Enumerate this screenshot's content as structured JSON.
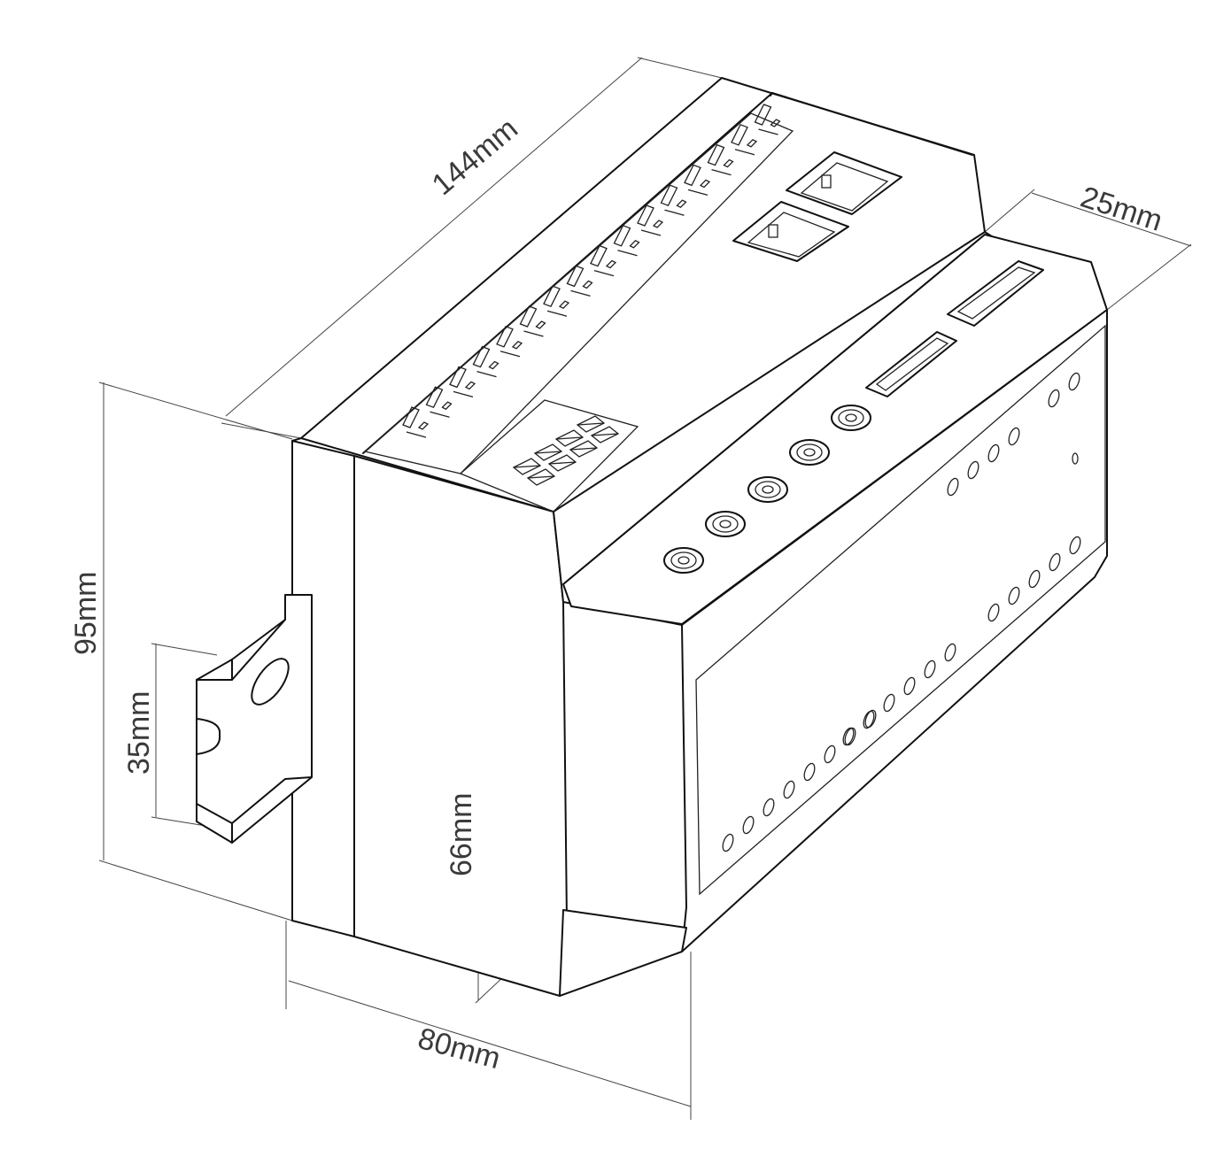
{
  "dimensions": {
    "length": "144mm",
    "width": "25mm",
    "height": "95mm",
    "rail": "35mm",
    "front_height": "66mm",
    "depth": "80mm"
  },
  "colors": {
    "line": "#111111",
    "dimension_line": "#444444",
    "text": "#3a3a3a",
    "background": "#ffffff"
  }
}
